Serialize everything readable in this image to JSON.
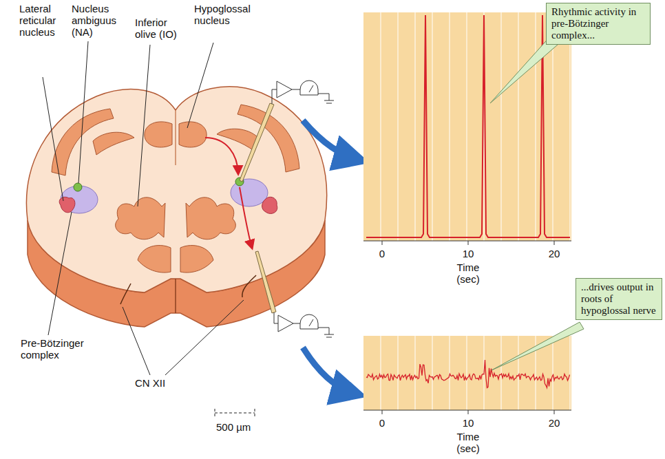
{
  "diagram": {
    "nodes": [
      {
        "text": [
          "Rhythmic activity in pre-Bötzinger complex..."
        ]
      },
      {
        "text": [
          "...drives output in roots of hypoglossal nerve"
        ]
      }
    ],
    "labels": [
      "Lateral reticular nucleus",
      "Nucleus ambiguus (NA)",
      "Inferior olive (IO)",
      "Hypoglossal nucleus",
      "Pre-Bötzinger complex",
      "CN XII",
      "500 µm",
      "0",
      "10",
      "20",
      "Time (sec)",
      "0",
      "10",
      "20",
      "Time (sec)"
    ]
  }
}
